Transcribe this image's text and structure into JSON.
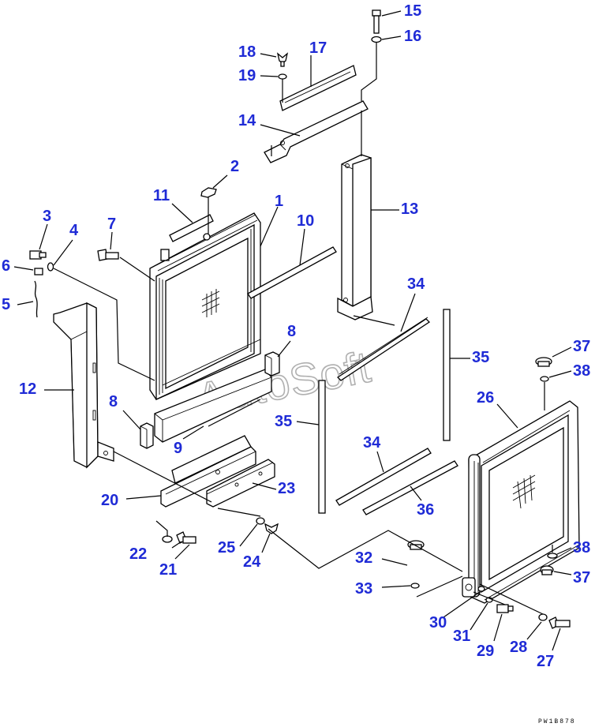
{
  "diagram": {
    "watermark": "AutoSoft",
    "drawing_code": "PW1B878",
    "callouts": [
      "1",
      "2",
      "3",
      "4",
      "5",
      "6",
      "7",
      "8",
      "8",
      "9",
      "10",
      "11",
      "12",
      "13",
      "14",
      "15",
      "16",
      "17",
      "18",
      "19",
      "20",
      "21",
      "22",
      "23",
      "24",
      "25",
      "26",
      "27",
      "28",
      "29",
      "30",
      "31",
      "32",
      "33",
      "34",
      "34",
      "35",
      "35",
      "36",
      "37",
      "37",
      "38",
      "38"
    ]
  },
  "colors": {
    "callout": "#1f2bd6",
    "line": "#000000",
    "watermark": "#b0b0b0"
  }
}
